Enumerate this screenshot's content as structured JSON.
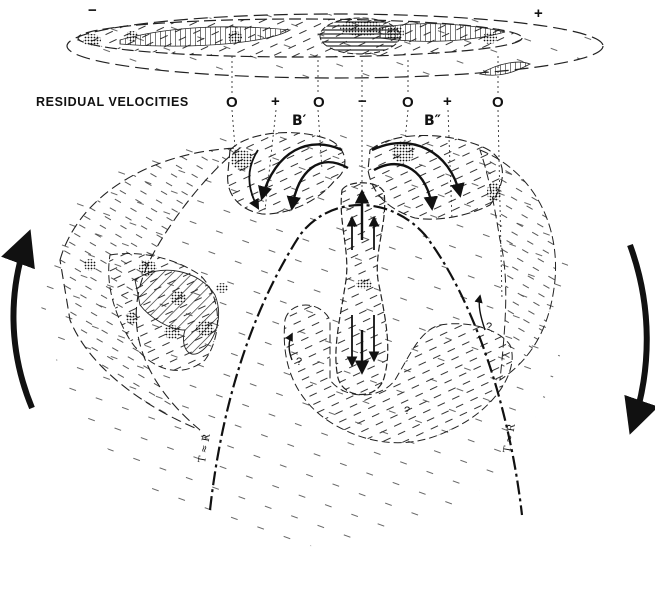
{
  "top_signs": {
    "left": "−",
    "right": "+"
  },
  "residual_label": "RESIDUAL VELOCITIES",
  "velocity_markers": [
    "O",
    "+",
    "O",
    "−",
    "O",
    "+",
    "O"
  ],
  "labels": {
    "b_prime": "B′",
    "b_double_prime": "B″"
  },
  "question_marks": [
    "?",
    "?",
    "?"
  ],
  "t_r_labels": [
    "T ≈ R",
    "T ≈ R"
  ]
}
